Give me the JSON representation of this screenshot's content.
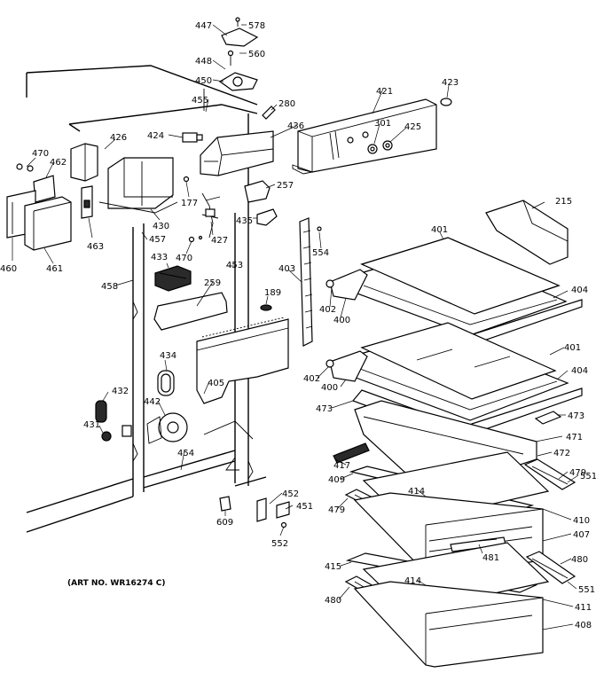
{
  "art_number": "(ART NO. WR16274 C)",
  "labels": {
    "447": "447",
    "578": "578",
    "448": "448",
    "560": "560",
    "450": "450",
    "455": "455",
    "280": "280",
    "421": "421",
    "423": "423",
    "301": "301",
    "436": "436",
    "425": "425",
    "424": "424",
    "426": "426",
    "470a": "470",
    "462": "462",
    "257": "257",
    "177": "177",
    "430": "430",
    "215": "215",
    "427": "427",
    "435": "435",
    "463": "463",
    "457": "457",
    "470b": "470",
    "554": "554",
    "401a": "401",
    "460": "460",
    "461": "461",
    "433": "433",
    "453": "453",
    "403": "403",
    "458": "458",
    "259": "259",
    "189": "189",
    "404a": "404",
    "402a": "402",
    "400a": "400",
    "401b": "401",
    "434": "434",
    "404b": "404",
    "402b": "402",
    "400b": "400",
    "405": "405",
    "432": "432",
    "473a": "473",
    "473b": "473",
    "442": "442",
    "431": "431",
    "471": "471",
    "454": "454",
    "417": "417",
    "472": "472",
    "479a": "479",
    "409": "409",
    "414a": "414",
    "551a": "551",
    "479b": "479",
    "410": "410",
    "452": "452",
    "451": "451",
    "609": "609",
    "407": "407",
    "481": "481",
    "552": "552",
    "480a": "480",
    "415": "415",
    "414b": "414",
    "551b": "551",
    "480b": "480",
    "411": "411",
    "408": "408"
  }
}
